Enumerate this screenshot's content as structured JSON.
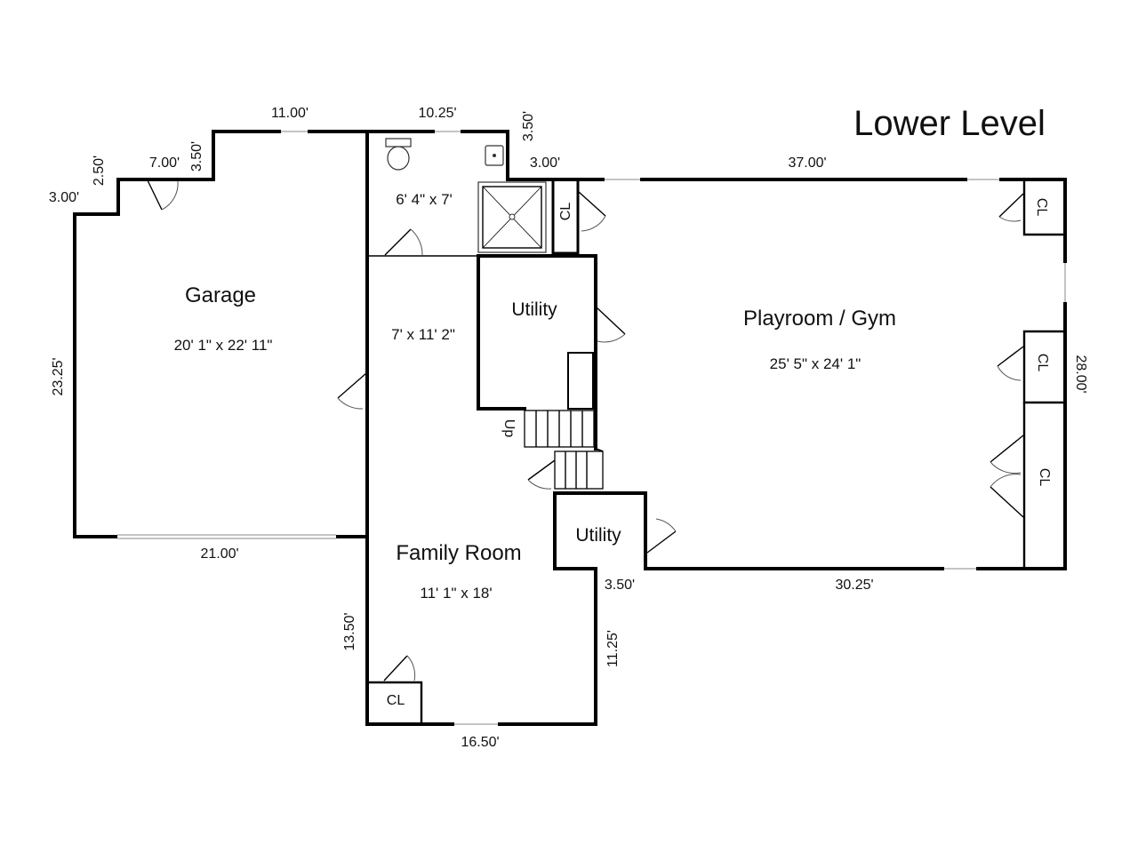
{
  "title": "Lower Level",
  "rooms": {
    "garage": {
      "name": "Garage",
      "size": "20' 1\" x 22' 11\""
    },
    "bath": {
      "size": "6' 4\" x 7'"
    },
    "hall": {
      "size": "7' x 11' 2\""
    },
    "utility_upper": {
      "name": "Utility"
    },
    "utility_lower": {
      "name": "Utility"
    },
    "playroom": {
      "name": "Playroom / Gym",
      "size": "25' 5\" x 24' 1\""
    },
    "family": {
      "name": "Family Room",
      "size": "11' 1\" x 18'"
    }
  },
  "closets": {
    "bath_cl": "CL",
    "play_cl_top": "CL",
    "play_cl_mid": "CL",
    "play_cl_bot": "CL",
    "family_cl": "CL"
  },
  "stairs_label": "Up",
  "dimensions": {
    "garage_top": "11.00'",
    "bath_top": "10.25'",
    "bath_step": "3.50'",
    "play_notch": "3.00'",
    "play_top": "37.00'",
    "garage_door_run": "7.00'",
    "garage_step_right": "3.50'",
    "garage_step_left": "2.50'",
    "garage_corner": "3.00'",
    "garage_left": "23.25'",
    "garage_bottom": "21.00'",
    "play_right": "28.00'",
    "utility_step": "3.50'",
    "play_bottom": "30.25'",
    "family_left": "13.50'",
    "family_right": "11.25'",
    "family_bottom": "16.50'"
  }
}
